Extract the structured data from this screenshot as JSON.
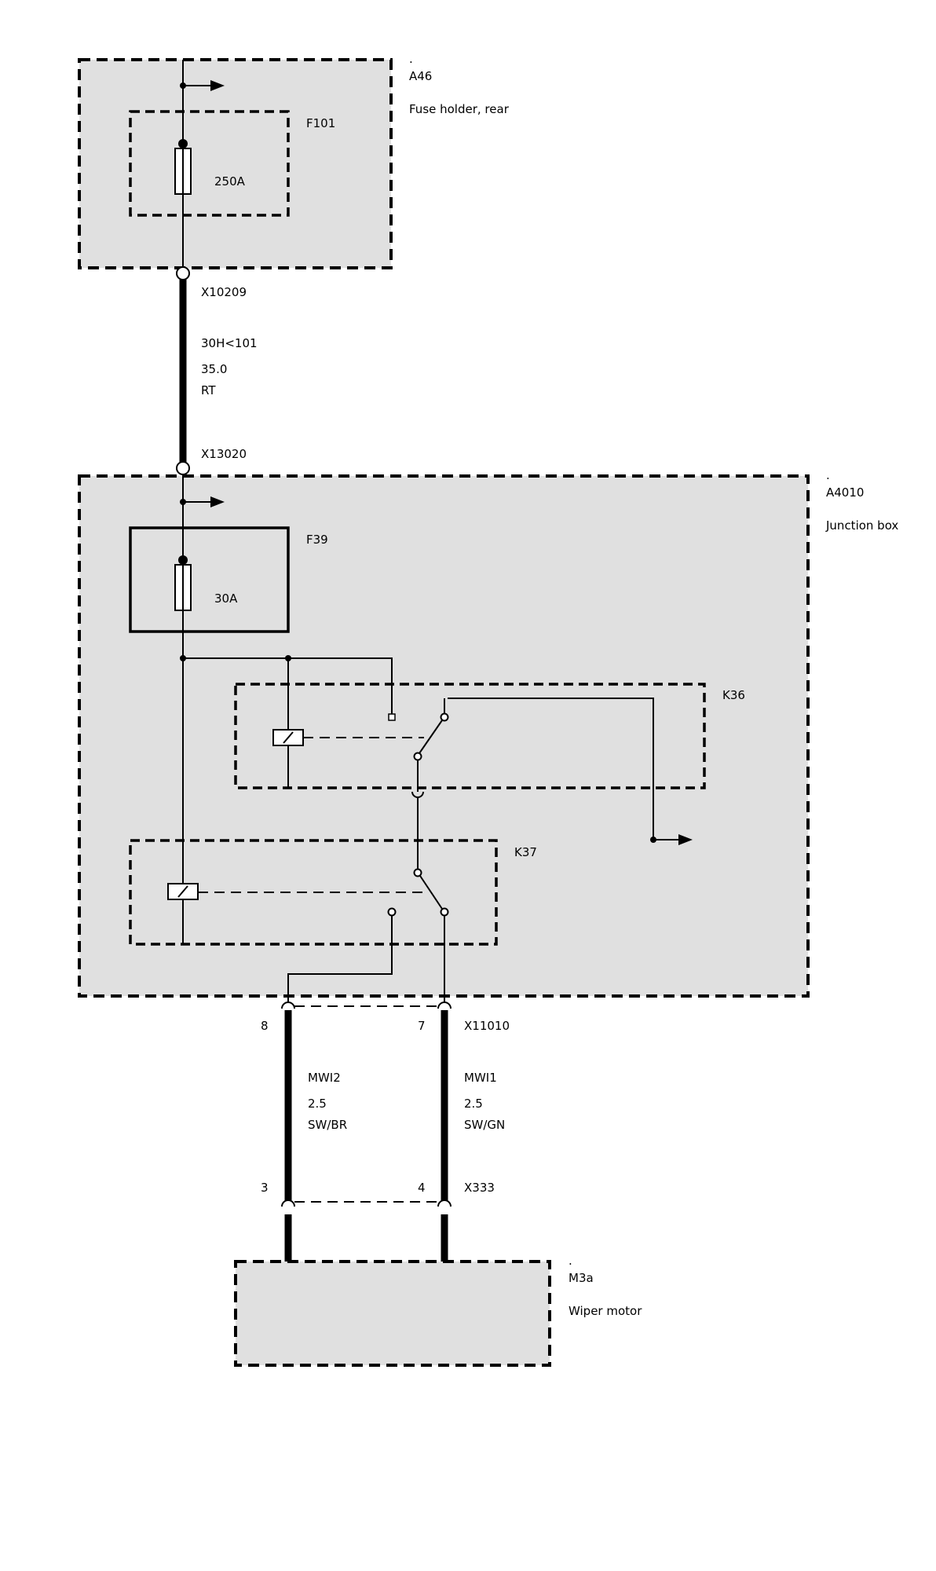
{
  "components": {
    "a46": {
      "dot": ".",
      "ref": "A46",
      "desc": "Fuse holder, rear"
    },
    "f101": {
      "ref": "F101",
      "rating": "250A"
    },
    "a4010": {
      "dot": ".",
      "ref": "A4010",
      "desc": "Junction box"
    },
    "f39": {
      "ref": "F39",
      "rating": "30A"
    },
    "k36": {
      "ref": "K36"
    },
    "k37": {
      "ref": "K37"
    },
    "m3a": {
      "dot": ".",
      "ref": "M3a",
      "desc": "Wiper motor"
    }
  },
  "connectors": {
    "x10209": "X10209",
    "x13020": "X13020",
    "x11010": {
      "ref": "X11010",
      "pin_left": "8",
      "pin_right": "7"
    },
    "x333": {
      "ref": "X333",
      "pin_left": "3",
      "pin_right": "4"
    }
  },
  "wires": {
    "main": {
      "circuit": "30H<101",
      "gauge": "35.0",
      "color": "RT"
    },
    "mwi2": {
      "circuit": "MWI2",
      "gauge": "2.5",
      "color": "SW/BR"
    },
    "mwi1": {
      "circuit": "MWI1",
      "gauge": "2.5",
      "color": "SW/GN"
    }
  }
}
